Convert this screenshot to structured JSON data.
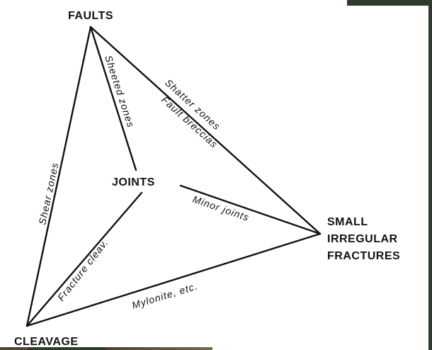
{
  "diagram": {
    "nodes": {
      "faults": "FAULTS",
      "joints": "JOINTS",
      "cleavage": "CLEAVAGE",
      "fractures": [
        "SMALL",
        "IRREGULAR",
        "FRACTURES"
      ]
    },
    "edges": {
      "faults_cleavage": "Shear zones",
      "faults_joints": "Sheeted zones",
      "faults_fractures_1": "Shatter zones",
      "faults_fractures_2": "Fault breccias",
      "joints_fractures": "Minor joints",
      "joints_cleavage": "Fracture cleav.",
      "cleavage_fractures": "Mylonite, etc."
    }
  }
}
